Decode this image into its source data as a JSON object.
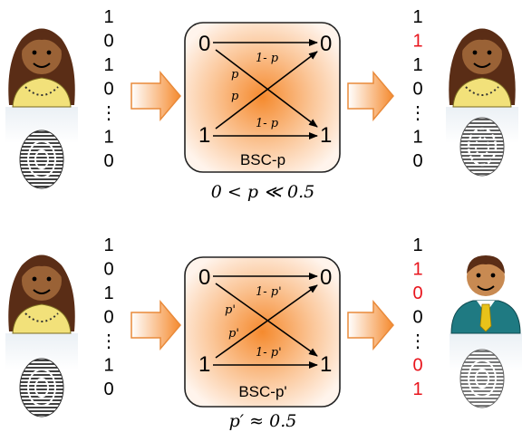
{
  "colors": {
    "bit_normal": "#000000",
    "bit_error": "#e8141c",
    "arrow_orange": "#f7a35c",
    "box_center": "#f58a2e",
    "box_edge": "#fff4ec",
    "woman_face": "#8a5a32",
    "woman_hair": "#5a2d16",
    "woman_shirt": "#f2e17a",
    "man_suit": "#1f7a82",
    "man_tie": "#e7c21a"
  },
  "channels": [
    {
      "input_bits": [
        "1",
        "0",
        "1",
        "0",
        "⋮",
        "1",
        "0"
      ],
      "output_bits": [
        {
          "text": "1",
          "error": false
        },
        {
          "text": "1",
          "error": true
        },
        {
          "text": "1",
          "error": false
        },
        {
          "text": "0",
          "error": false
        },
        {
          "text": "⋮",
          "error": false
        },
        {
          "text": "1",
          "error": false
        },
        {
          "text": "0",
          "error": false
        }
      ],
      "top_in": "0",
      "top_out": "0",
      "bottom_in": "1",
      "bottom_out": "1",
      "straight_label": "1- p",
      "cross_label": "p",
      "box_label": "BSC-p",
      "condition": "0 < p ≪ 0.5",
      "output_person": "woman-icon"
    },
    {
      "input_bits": [
        "1",
        "0",
        "1",
        "0",
        "⋮",
        "1",
        "0"
      ],
      "output_bits": [
        {
          "text": "1",
          "error": false
        },
        {
          "text": "1",
          "error": true
        },
        {
          "text": "0",
          "error": true
        },
        {
          "text": "0",
          "error": false
        },
        {
          "text": "⋮",
          "error": false
        },
        {
          "text": "0",
          "error": true
        },
        {
          "text": "1",
          "error": true
        }
      ],
      "top_in": "0",
      "top_out": "0",
      "bottom_in": "1",
      "bottom_out": "1",
      "straight_label": "1- p'",
      "cross_label": "p'",
      "box_label": "BSC-p'",
      "condition": "p′ ≈ 0.5",
      "output_person": "man-icon"
    }
  ]
}
